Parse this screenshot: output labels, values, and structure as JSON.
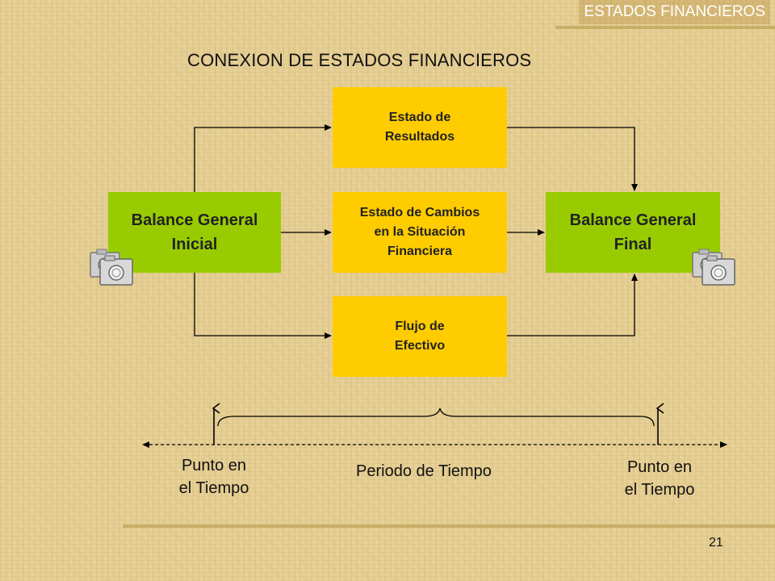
{
  "header": {
    "section": "ESTADOS FINANCIEROS"
  },
  "title": "CONEXION DE ESTADOS FINANCIEROS",
  "boxes": {
    "balance_inicial": "Balance General\nInicial",
    "estado_resultados": "Estado de\nResultados",
    "estado_cambios": "Estado de Cambios\nen la Situación\nFinanciera",
    "flujo_efectivo": "Flujo de\nEfectivo",
    "balance_final": "Balance General\nFinal"
  },
  "timeline": {
    "left_point": "Punto en\nel Tiempo",
    "period": "Periodo de Tiempo",
    "right_point": "Punto en\nel Tiempo"
  },
  "colors": {
    "green_box": "#99cc00",
    "yellow_box": "#ffcc00",
    "lines": "#000000"
  },
  "icons": [
    "camera-icon",
    "camera-icon"
  ],
  "page_number": "21"
}
